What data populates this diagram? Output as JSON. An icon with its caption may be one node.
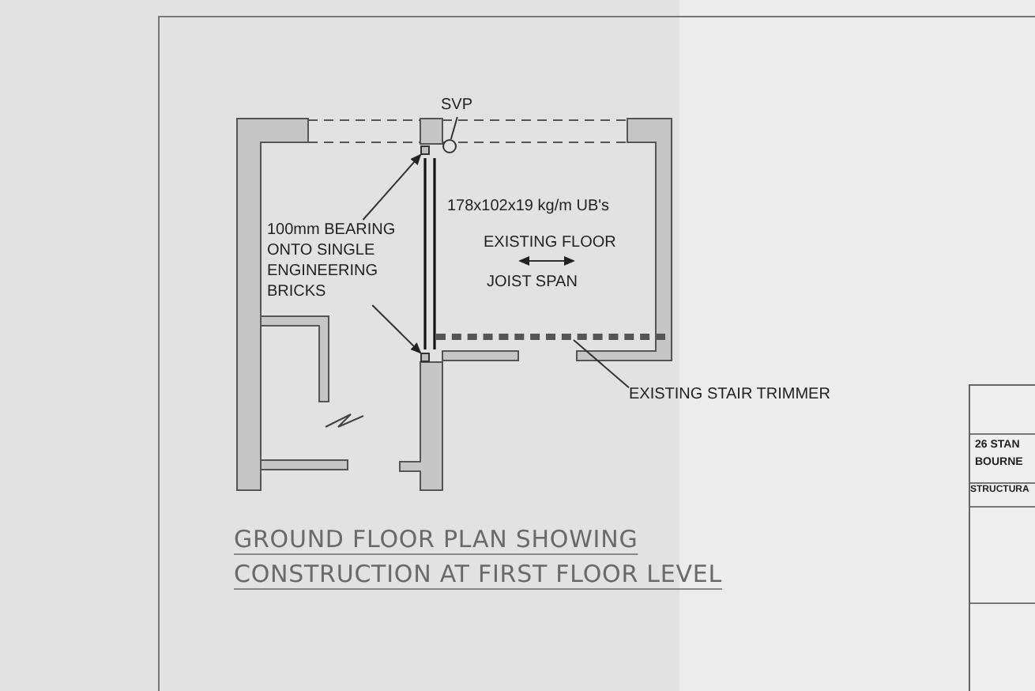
{
  "diagram": {
    "title": "GROUND FLOOR PLAN SHOWING CONSTRUCTION AT FIRST FLOOR LEVEL",
    "nodes": [
      {
        "text": [
          "SVP"
        ]
      },
      {
        "text": [],
        "shape": "circle"
      },
      {
        "text": [
          "100mm BEARING ONTO SINGLE ENGINEERING BRICKS"
        ]
      },
      {
        "text": [],
        "shape": "box"
      },
      {
        "text": [],
        "shape": "box"
      },
      {
        "text": [
          "EXISTING STAIR TRIMMER"
        ]
      },
      {
        "text": [],
        "shape": "bar"
      }
    ],
    "edges": [
      {
        "from": 0,
        "to": 1,
        "arrow": "none"
      },
      {
        "from": 2,
        "to": 3,
        "arrow": "to"
      },
      {
        "from": 2,
        "to": 4,
        "arrow": "to"
      },
      {
        "from": 5,
        "to": 6,
        "arrow": "none"
      }
    ],
    "labels": [
      "178x102x19 kg/m UB's",
      "EXISTING FLOOR",
      "JOIST SPAN",
      "26 STAN",
      "BOURNE",
      "STRUCTURA"
    ]
  }
}
